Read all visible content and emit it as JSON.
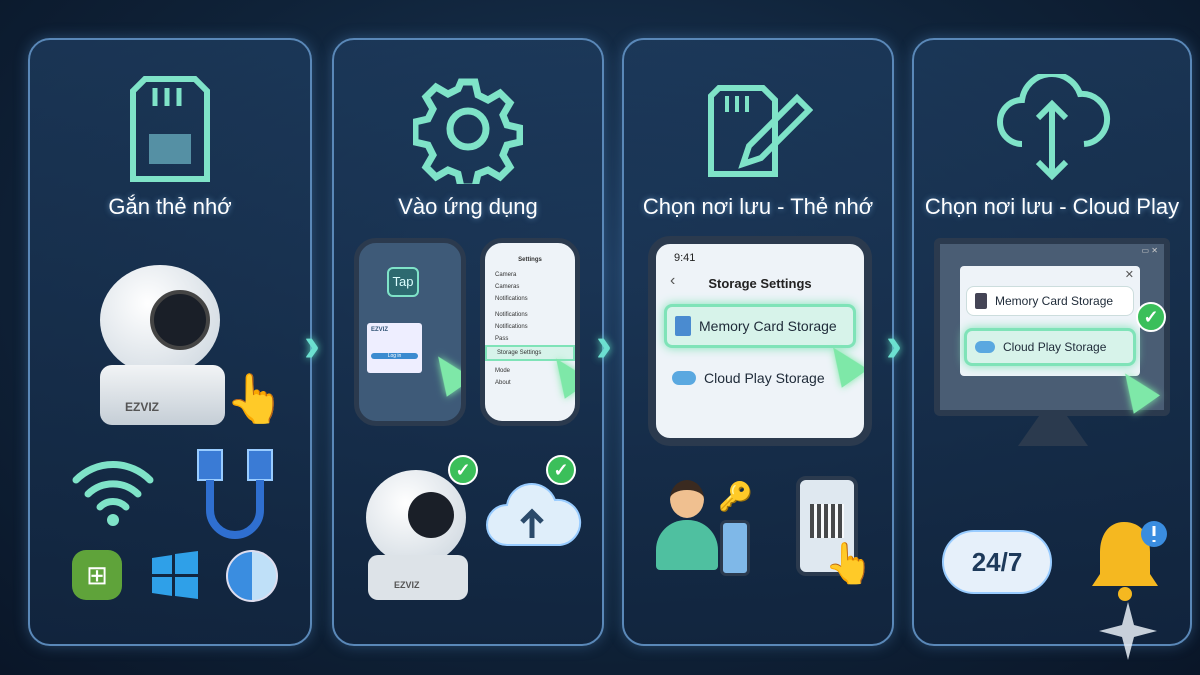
{
  "steps": [
    {
      "title": "Gắn thẻ nhớ",
      "icon": "sd-card-icon",
      "camera_brand": "EZVIZ"
    },
    {
      "title": "Vào ứng dụng",
      "icon": "gear-icon",
      "tap_label": "Tap",
      "app_logo": "EZVIZ",
      "login_button": "Log in",
      "settings_title": "Settings",
      "settings_items": [
        "Camera",
        "Cameras",
        "Notifications",
        "Notifications",
        "Notifications",
        "Pass",
        "Storage Settings",
        "Mode",
        "About"
      ],
      "camera_brand": "EZVIZ"
    },
    {
      "title": "Chọn nơi lưu - Thẻ nhớ",
      "icon": "sd-card-edit-icon",
      "time": "9:41",
      "screen_title": "Storage Settings",
      "options": [
        "Memory Card Storage",
        "Cloud Play Storage"
      ]
    },
    {
      "title": "Chọn nơi lưu - Cloud Play",
      "icon": "cloud-sync-icon",
      "options": [
        "Memory Card Storage",
        "Cloud Play Storage"
      ],
      "cloud_badge": "24/7"
    }
  ],
  "colors": {
    "accent": "#7fe3b8",
    "border": "#5a88b8",
    "background": "#0f2238"
  }
}
